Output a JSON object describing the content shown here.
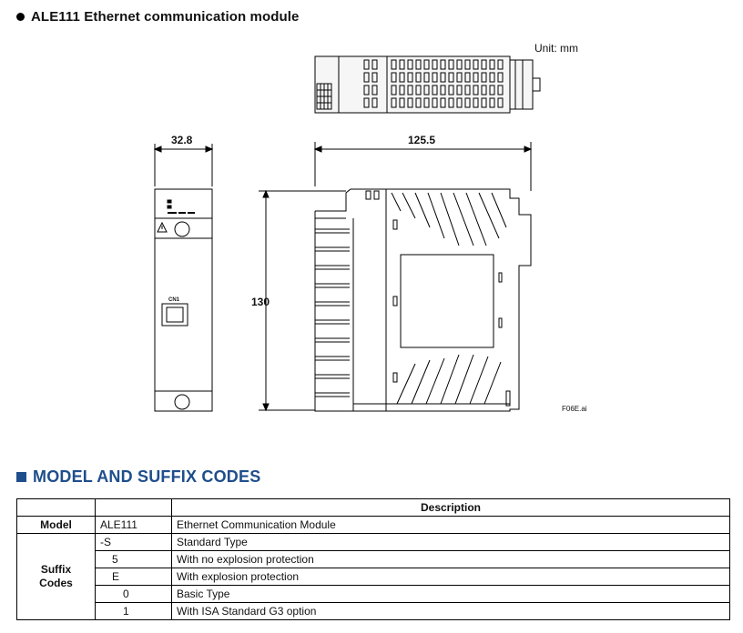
{
  "header": {
    "title": "ALE111 Ethernet communication module"
  },
  "drawing": {
    "unit_label": "Unit: mm",
    "dim_width_front": "32.8",
    "dim_width_side": "125.5",
    "dim_height": "130",
    "connector_label": "CN1",
    "file_label": "F06E.ai"
  },
  "section": {
    "title": "MODEL AND SUFFIX CODES"
  },
  "table": {
    "header_description": "Description",
    "model_label": "Model",
    "model_code": "ALE111",
    "model_desc": "Ethernet Communication Module",
    "suffix_label": "Suffix Codes",
    "rows": [
      {
        "code": "-S",
        "desc": "Standard Type"
      },
      {
        "code": "5",
        "desc": "With no explosion protection"
      },
      {
        "code": "E",
        "desc": "With explosion protection"
      },
      {
        "code": "0",
        "desc": "Basic Type"
      },
      {
        "code": "1",
        "desc": "With ISA Standard G3 option"
      }
    ]
  }
}
